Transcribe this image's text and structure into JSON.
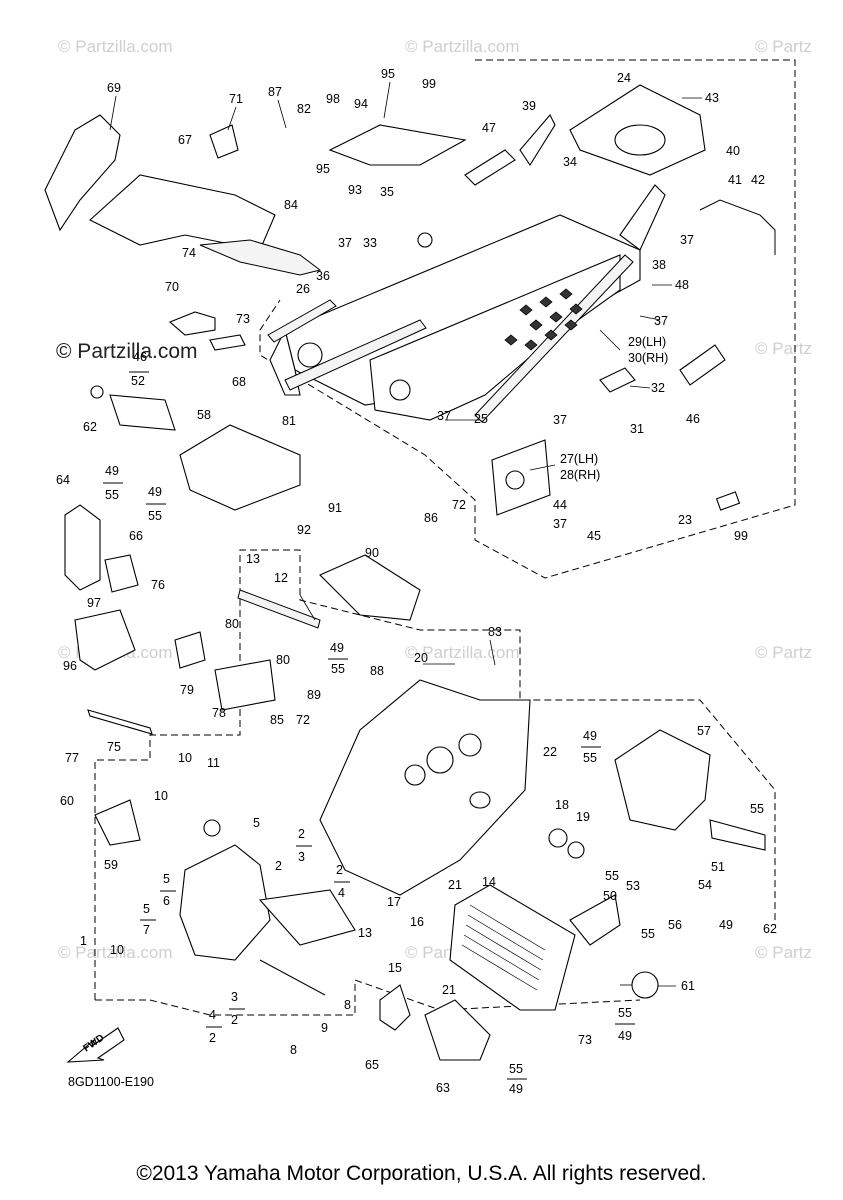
{
  "watermarks": {
    "text": "© Partzilla.com",
    "text_cut": "© Partz",
    "text_strong": "© Partzilla.com"
  },
  "diagram_code": "8GD1100-E190",
  "fwd_label": "FWD",
  "copyright": "©2013 Yamaha Motor Corporation, U.S.A. All rights reserved.",
  "callouts": {
    "c69": "69",
    "c71": "71",
    "c87": "87",
    "c82": "82",
    "c98": "98",
    "c95a": "95",
    "c94": "94",
    "c99a": "99",
    "c24": "24",
    "c43": "43",
    "c67": "67",
    "c39": "39",
    "c47": "47",
    "c95b": "95",
    "c93": "93",
    "c34": "34",
    "c35": "35",
    "c40": "40",
    "c41": "41",
    "c42": "42",
    "c84": "84",
    "c37a": "37",
    "c33": "33",
    "c37b": "37",
    "c74": "74",
    "c38": "38",
    "c36": "36",
    "c26": "26",
    "c48": "48",
    "c70": "70",
    "c73a": "73",
    "c37c": "37",
    "c29": "29(LH)",
    "c30": "30(RH)",
    "c46top": "46",
    "c52": "52",
    "c68": "68",
    "c32": "32",
    "c62a": "62",
    "c58": "58",
    "c81": "81",
    "c37d": "37",
    "c25": "25",
    "c37e": "37",
    "c31": "31",
    "c46": "46",
    "c27": "27(LH)",
    "c28": "28(RH)",
    "c64": "64",
    "c49a": "49",
    "c55a": "55",
    "c49b": "49",
    "c55b": "55",
    "c86": "86",
    "c72a": "72",
    "c44": "44",
    "c37f": "37",
    "c45": "45",
    "c23": "23",
    "c99b": "99",
    "c91": "91",
    "c92": "92",
    "c66": "66",
    "c90": "90",
    "c13a": "13",
    "c12": "12",
    "c76": "76",
    "c97": "97",
    "c80a": "80",
    "c49c": "49",
    "c55c": "55",
    "c88": "88",
    "c83": "83",
    "c20": "20",
    "c96": "96",
    "c79": "79",
    "c80b": "80",
    "c89": "89",
    "c78": "78",
    "c85": "85",
    "c72b": "72",
    "c49d": "49",
    "c55d": "55",
    "c57": "57",
    "c77": "77",
    "c75": "75",
    "c22": "22",
    "c10a": "10",
    "c11": "11",
    "c60": "60",
    "c10b": "10",
    "c18": "18",
    "c19": "19",
    "c55e": "55",
    "c5a": "5",
    "c2a": "2",
    "c3a": "3",
    "c59": "59",
    "c51": "51",
    "c2b": "2",
    "c4a": "4",
    "c55f": "55",
    "c50": "50",
    "c5b": "5",
    "c6": "6",
    "c54": "54",
    "c21a": "21",
    "c14": "14",
    "c53": "53",
    "c5c": "5",
    "c7": "7",
    "c17": "17",
    "c16": "16",
    "c55g": "55",
    "c56": "56",
    "c49e": "49",
    "c1": "1",
    "c13b": "13",
    "c62b": "62",
    "c10c": "10",
    "c15": "15",
    "c61": "61",
    "c3b": "3",
    "c2c": "2",
    "c21b": "21",
    "c4b": "4",
    "c2d": "2",
    "c9": "9",
    "c8a": "8",
    "c8b": "8",
    "c55h": "55",
    "c49f": "49",
    "c73b": "73",
    "c65": "65",
    "c55i": "55",
    "c49g": "49",
    "c63": "63"
  }
}
